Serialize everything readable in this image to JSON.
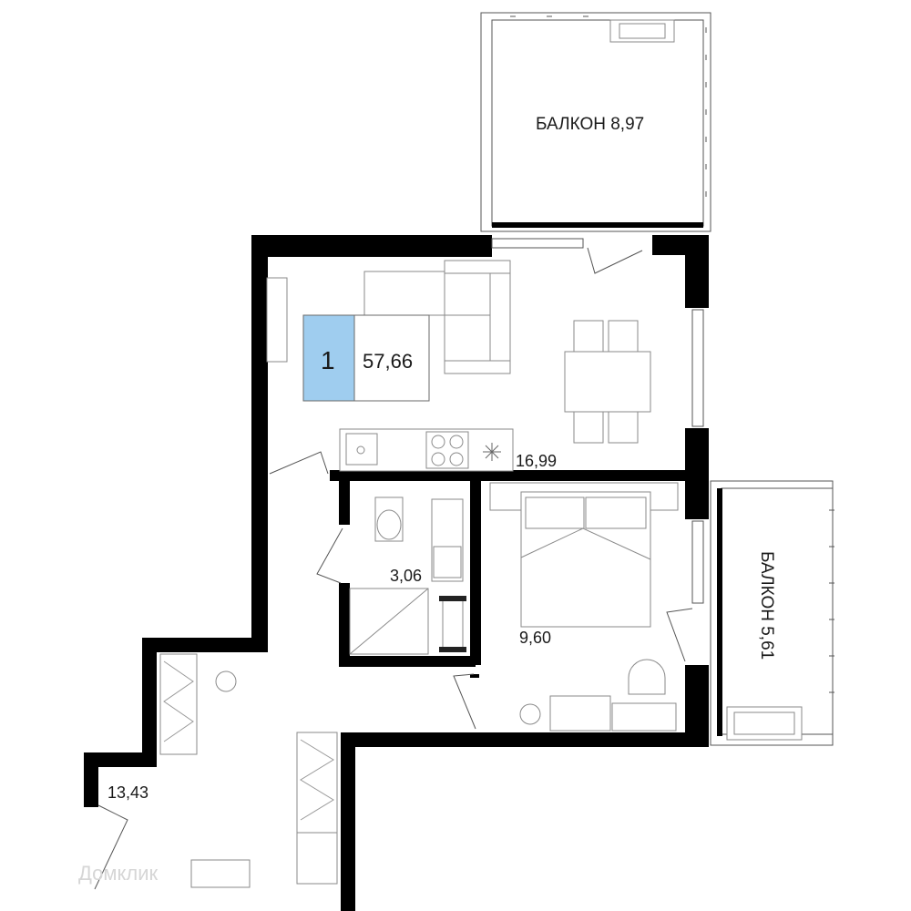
{
  "apartment": {
    "rooms_count": "1",
    "total_area": "57,66",
    "badge_color": "#9fcdef"
  },
  "rooms": {
    "living": "16,99",
    "bathroom": "3,06",
    "bedroom": "9,60",
    "hallway": "13,43"
  },
  "balconies": {
    "top": "БАЛКОН 8,97",
    "right": "БАЛКОН 5,61"
  },
  "watermark": "Домклик",
  "colors": {
    "wall": "#000000",
    "furniture_stroke": "#8a8a8a",
    "badge": "#9fcdef"
  }
}
